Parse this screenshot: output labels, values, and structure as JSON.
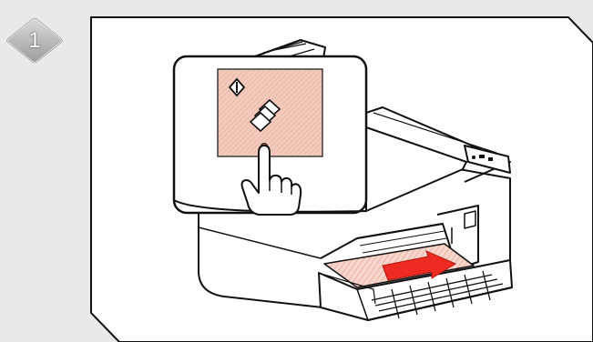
{
  "step": {
    "number": "1"
  },
  "illustration": {
    "subject": "printer",
    "action": "press-copy-start-button",
    "colors": {
      "background": "#e9e9e9",
      "panel": "#ffffff",
      "outline": "#111111",
      "badge": "#b9b9b9",
      "control_panel": "#f0c6b5",
      "paper_arrow": "#ee2b22"
    },
    "icons": [
      "power-icon",
      "copy-icon",
      "hand-pointer-icon",
      "arrow-icon"
    ]
  }
}
